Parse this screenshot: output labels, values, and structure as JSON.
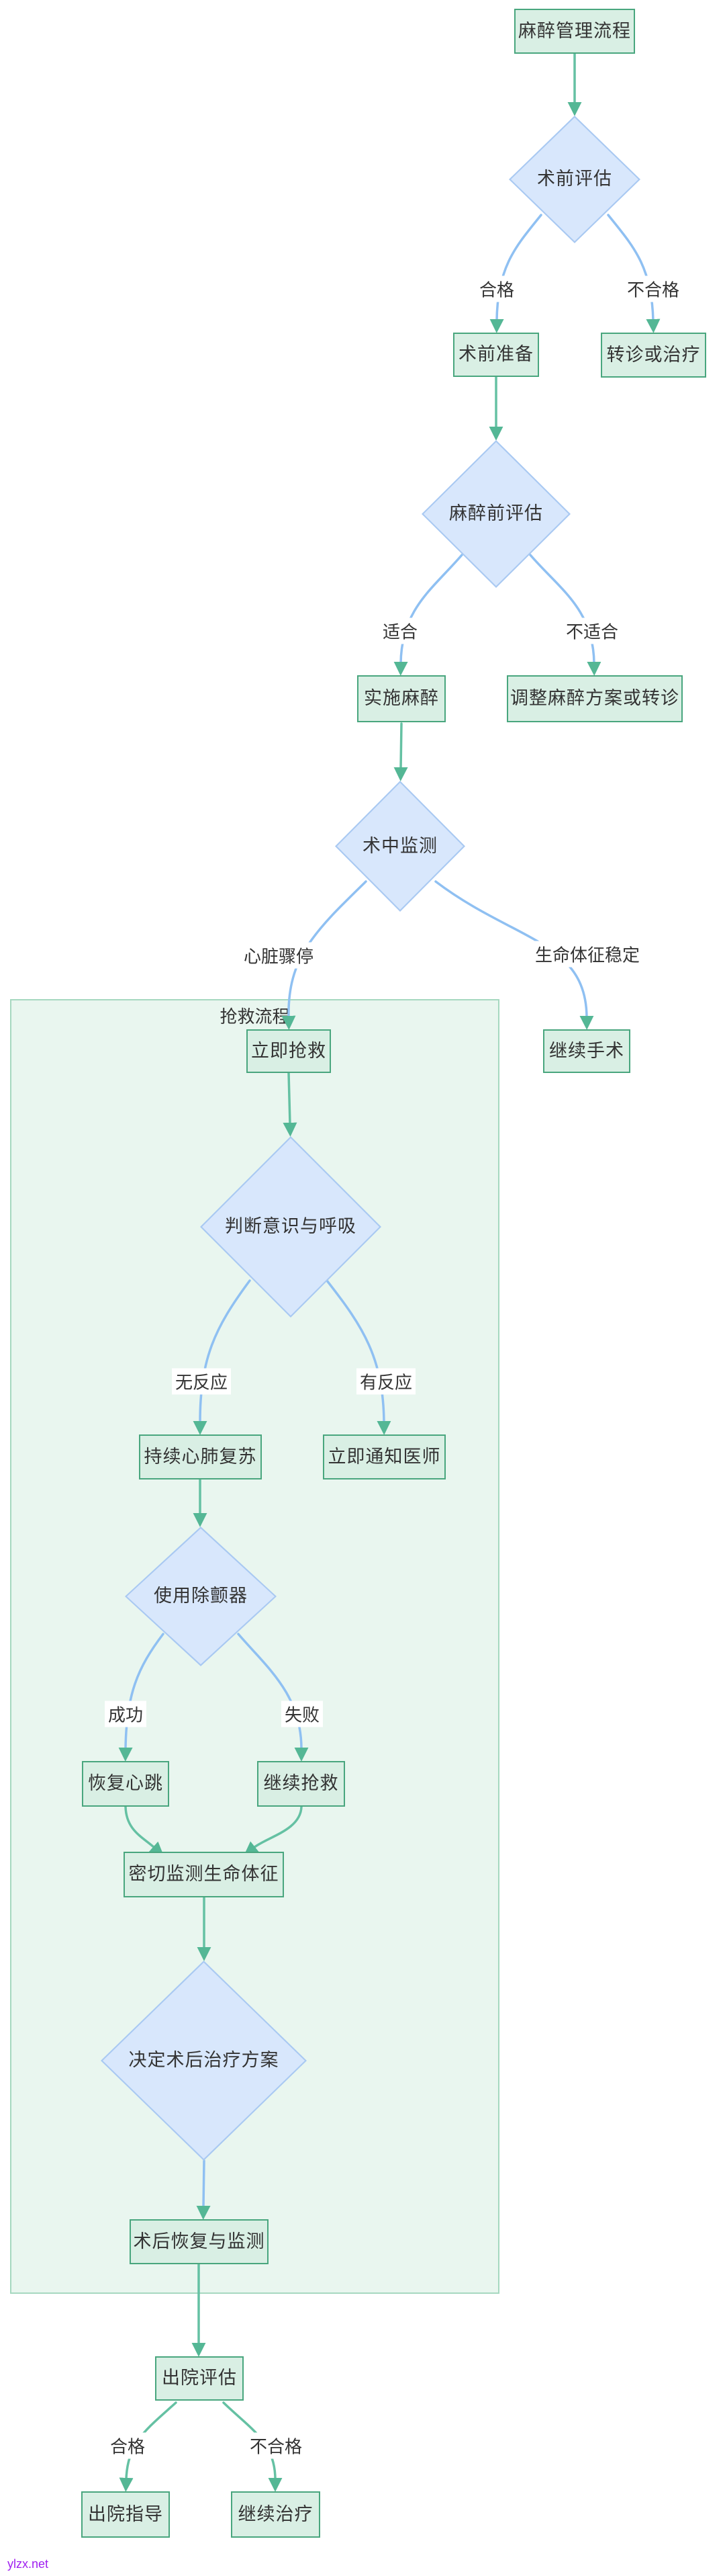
{
  "flowchart": {
    "nodes": {
      "start": {
        "label": "麻醉管理流程",
        "shape": "rect"
      },
      "preop_assess": {
        "label": "术前评估",
        "shape": "diamond"
      },
      "preop_prep": {
        "label": "术前准备",
        "shape": "rect"
      },
      "referral": {
        "label": "转诊或治疗",
        "shape": "rect"
      },
      "preanesth_assess": {
        "label": "麻醉前评估",
        "shape": "diamond"
      },
      "administer": {
        "label": "实施麻醉",
        "shape": "rect"
      },
      "adjust_plan": {
        "label": "调整麻醉方案或转诊",
        "shape": "rect"
      },
      "intraop_monitor": {
        "label": "术中监测",
        "shape": "diamond"
      },
      "immediate_rescue": {
        "label": "立即抢救",
        "shape": "rect"
      },
      "continue_surgery": {
        "label": "继续手术",
        "shape": "rect"
      },
      "assess_consciousness": {
        "label": "判断意识与呼吸",
        "shape": "diamond"
      },
      "continuous_cpr": {
        "label": "持续心肺复苏",
        "shape": "rect"
      },
      "notify_physician": {
        "label": "立即通知医师",
        "shape": "rect"
      },
      "defibrillator": {
        "label": "使用除颤器",
        "shape": "diamond"
      },
      "heartbeat_restored": {
        "label": "恢复心跳",
        "shape": "rect"
      },
      "continue_rescue": {
        "label": "继续抢救",
        "shape": "rect"
      },
      "monitor_vitals": {
        "label": "密切监测生命体征",
        "shape": "rect"
      },
      "postop_plan": {
        "label": "决定术后治疗方案",
        "shape": "diamond"
      },
      "postop_recovery": {
        "label": "术后恢复与监测",
        "shape": "rect"
      },
      "discharge_assess": {
        "label": "出院评估",
        "shape": "rect"
      },
      "discharge_guide": {
        "label": "出院指导",
        "shape": "rect"
      },
      "continue_treatment": {
        "label": "继续治疗",
        "shape": "rect"
      }
    },
    "edge_labels": {
      "qualified_1": "合格",
      "unqualified_1": "不合格",
      "suitable": "适合",
      "unsuitable": "不适合",
      "cardiac_arrest": "心脏骤停",
      "vitals_stable": "生命体征稳定",
      "no_response": "无反应",
      "responsive": "有反应",
      "success": "成功",
      "failure": "失败",
      "qualified_2": "合格",
      "unqualified_2": "不合格"
    },
    "subgraph_label": "抢救流程",
    "watermark": "ylzx.net",
    "colors": {
      "process_fill": "#d9efe4",
      "process_border": "#49a67e",
      "decision_fill": "#d8e7fc",
      "decision_border": "#a9c9f2",
      "subgraph_fill": "#e9f6ef",
      "subgraph_border": "#a6d8c0",
      "edge_green": "#65c1a3",
      "edge_blue": "#8fc0f2",
      "arrowhead": "#54b795",
      "text": "#333333",
      "watermark_color": "#a020f0"
    }
  }
}
